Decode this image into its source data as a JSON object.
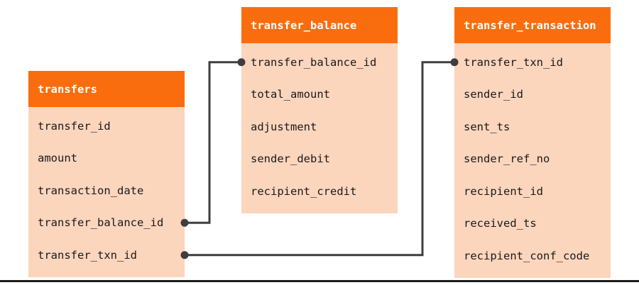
{
  "diagram": {
    "kind": "database-schema",
    "tables": [
      {
        "name": "transfers",
        "fields": [
          "transfer_id",
          "amount",
          "transaction_date",
          "transfer_balance_id",
          "transfer_txn_id"
        ]
      },
      {
        "name": "transfer_balance",
        "fields": [
          "transfer_balance_id",
          "total_amount",
          "adjustment",
          "sender_debit",
          "recipient_credit"
        ]
      },
      {
        "name": "transfer_transaction",
        "fields": [
          "transfer_txn_id",
          "sender_id",
          "sent_ts",
          "sender_ref_no",
          "recipient_id",
          "received_ts",
          "recipient_conf_code"
        ]
      }
    ],
    "connections": [
      {
        "from_table": "transfers",
        "from_field": "transfer_balance_id",
        "to_table": "transfer_balance",
        "to_field": "transfer_balance_id"
      },
      {
        "from_table": "transfers",
        "from_field": "transfer_txn_id",
        "to_table": "transfer_transaction",
        "to_field": "transfer_txn_id"
      }
    ],
    "colors": {
      "header_bg": "#F96D0E",
      "body_bg": "#FCD5BD",
      "header_text": "#FFFFFF",
      "field_text": "#1A1A1A",
      "connector": "#3E3E3E",
      "divider": "#1B1B1B"
    }
  }
}
